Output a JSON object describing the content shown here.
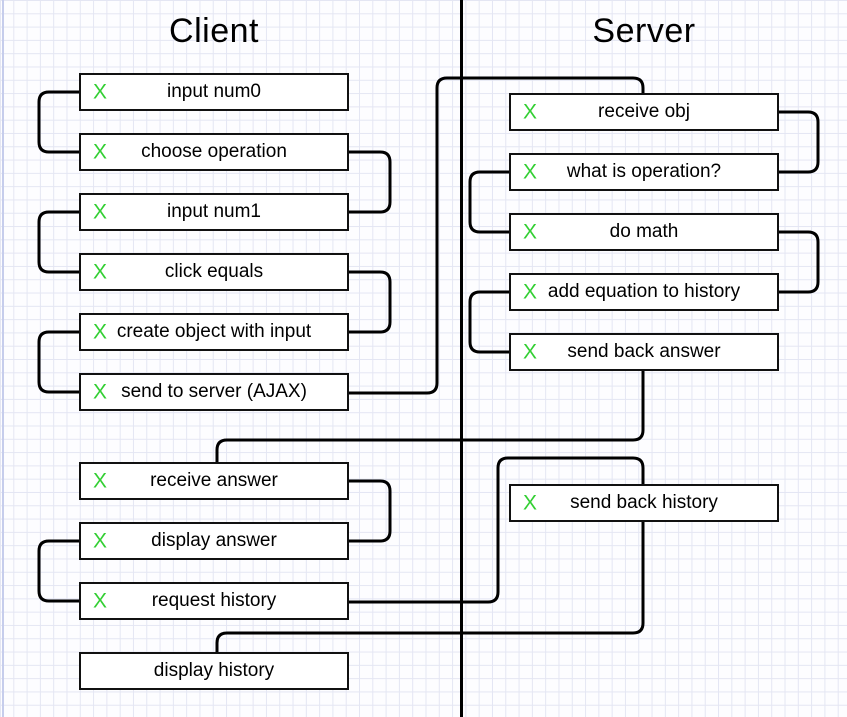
{
  "diagram": {
    "client": {
      "title": "Client",
      "steps": [
        {
          "label": "input num0",
          "check": "X"
        },
        {
          "label": "choose operation",
          "check": "X"
        },
        {
          "label": "input num1",
          "check": "X"
        },
        {
          "label": "click equals",
          "check": "X"
        },
        {
          "label": "create object with input",
          "check": "X"
        },
        {
          "label": "send to server (AJAX)",
          "check": "X"
        },
        {
          "label": "receive answer",
          "check": "X"
        },
        {
          "label": "display answer",
          "check": "X"
        },
        {
          "label": "request history",
          "check": "X"
        },
        {
          "label": "display history",
          "check": ""
        }
      ]
    },
    "server": {
      "title": "Server",
      "steps": [
        {
          "label": "receive obj",
          "check": "X"
        },
        {
          "label": "what is operation?",
          "check": "X"
        },
        {
          "label": "do math",
          "check": "X"
        },
        {
          "label": "add equation to history",
          "check": "X"
        },
        {
          "label": "send back answer",
          "check": "X"
        },
        {
          "label": "send back history",
          "check": "X"
        }
      ]
    },
    "colors": {
      "check_green": "#33cf33",
      "line_black": "#000000",
      "grid_blue": "#e4e6f3",
      "box_fill": "#ffffff"
    }
  }
}
